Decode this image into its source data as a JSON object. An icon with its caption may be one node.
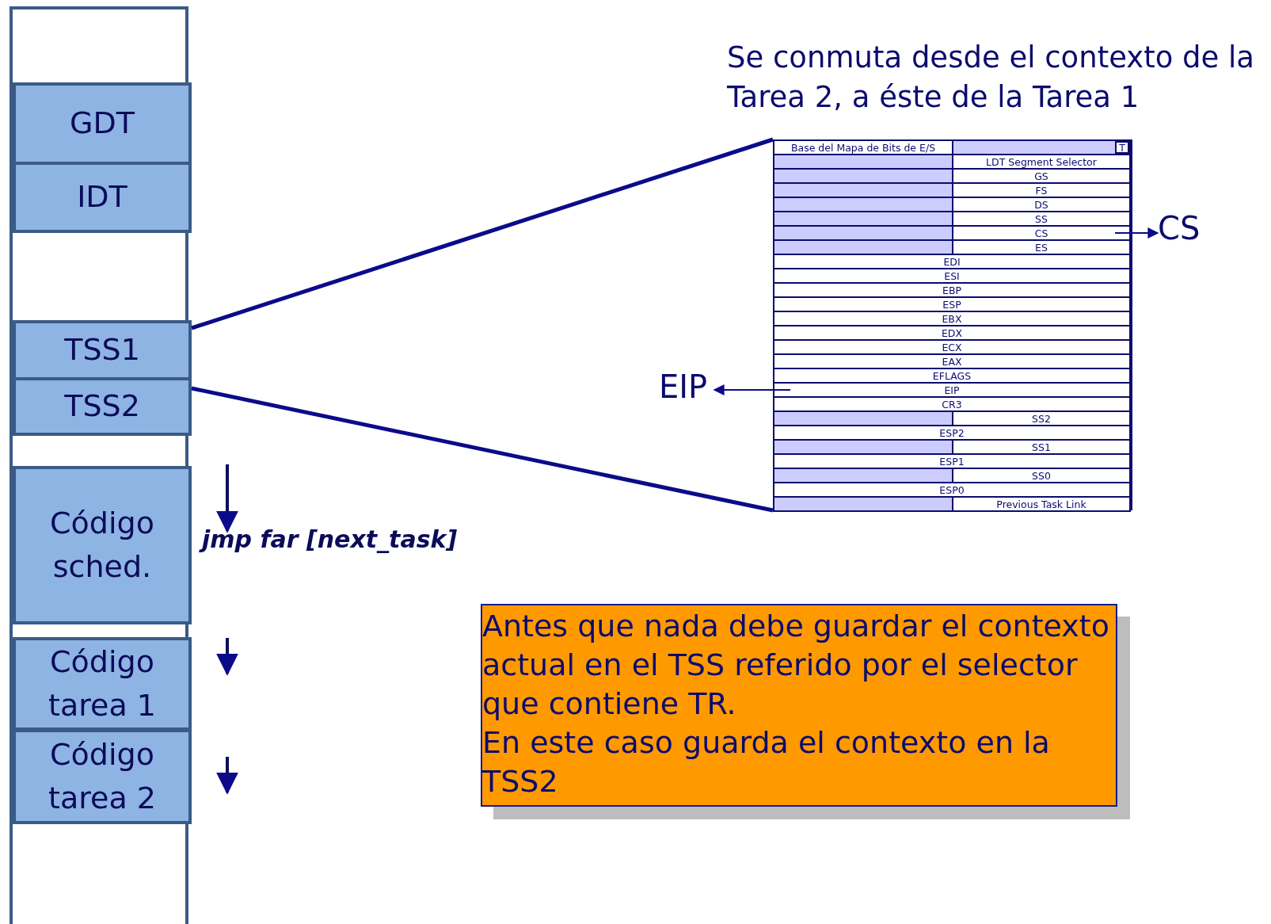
{
  "diagram": {
    "title": "Se conmuta desde el contexto de la Tarea 2, a éste de la Tarea 1",
    "nodes": [
      {
        "text": [],
        "shape": "box"
      },
      {
        "text": [
          "GDT"
        ],
        "in": 0
      },
      {
        "text": [
          "IDT"
        ],
        "in": 0
      },
      {
        "text": [
          "TSS1"
        ],
        "in": 0
      },
      {
        "text": [
          "TSS2"
        ],
        "in": 0
      },
      {
        "text": [
          "Código sched."
        ],
        "in": 0
      },
      {
        "text": [
          "Código tarea 1"
        ],
        "in": 0
      },
      {
        "text": [
          "Código tarea 2"
        ],
        "in": 0
      },
      {
        "text": [],
        "shape": "box"
      },
      {
        "text": [
          "Base del Mapa de Bits de E/S"
        ],
        "in": 8
      },
      {
        "text": [],
        "shape": "box",
        "in": 8
      },
      {
        "text": [
          "T"
        ],
        "in": 10
      },
      {
        "text": [],
        "shape": "box",
        "in": 8
      },
      {
        "text": [
          "LDT Segment Selector"
        ],
        "in": 8
      },
      {
        "text": [],
        "shape": "box",
        "in": 8
      },
      {
        "text": [
          "GS"
        ],
        "in": 8
      },
      {
        "text": [],
        "shape": "box",
        "in": 8
      },
      {
        "text": [
          "FS"
        ],
        "in": 8
      },
      {
        "text": [],
        "shape": "box",
        "in": 8
      },
      {
        "text": [
          "DS"
        ],
        "in": 8
      },
      {
        "text": [],
        "shape": "box",
        "in": 8
      },
      {
        "text": [
          "SS"
        ],
        "in": 8
      },
      {
        "text": [],
        "shape": "box",
        "in": 8
      },
      {
        "text": [
          "CS"
        ],
        "in": 8
      },
      {
        "text": [],
        "shape": "box",
        "in": 8
      },
      {
        "text": [
          "ES"
        ],
        "in": 8
      },
      {
        "text": [
          "EDI"
        ],
        "in": 8
      },
      {
        "text": [
          "ESI"
        ],
        "in": 8
      },
      {
        "text": [
          "EBP"
        ],
        "in": 8
      },
      {
        "text": [
          "ESP"
        ],
        "in": 8
      },
      {
        "text": [
          "EBX"
        ],
        "in": 8
      },
      {
        "text": [
          "EDX"
        ],
        "in": 8
      },
      {
        "text": [
          "ECX"
        ],
        "in": 8
      },
      {
        "text": [
          "EAX"
        ],
        "in": 8
      },
      {
        "text": [
          "EFLAGS"
        ],
        "in": 8
      },
      {
        "text": [
          "EIP"
        ],
        "in": 8
      },
      {
        "text": [
          "CR3"
        ],
        "in": 8
      },
      {
        "text": [],
        "shape": "box",
        "in": 8
      },
      {
        "text": [
          "SS2"
        ],
        "in": 8
      },
      {
        "text": [
          "ESP2"
        ],
        "in": 8
      },
      {
        "text": [],
        "shape": "box",
        "in": 8
      },
      {
        "text": [
          "SS1"
        ],
        "in": 8
      },
      {
        "text": [
          "ESP1"
        ],
        "in": 8
      },
      {
        "text": [],
        "shape": "box",
        "in": 8
      },
      {
        "text": [
          "SS0"
        ],
        "in": 8
      },
      {
        "text": [
          "ESP0"
        ],
        "in": 8
      },
      {
        "text": [],
        "shape": "box",
        "in": 8
      },
      {
        "text": [
          "Previous Task Link"
        ],
        "in": 8
      },
      {
        "text": [
          "CS"
        ]
      },
      {
        "text": [
          "EIP"
        ]
      },
      {
        "text": [
          "Antes que nada debe guardar el contexto actual en el TSS referido por el selector que contiene TR.",
          "En este caso guarda el contexto en la TSS2"
        ]
      }
    ],
    "edges": [
      {
        "from": 3,
        "to": 8,
        "arrow": "none",
        "style": "thick"
      },
      {
        "from": 4,
        "to": 8,
        "arrow": "none",
        "style": "thick"
      },
      {
        "from": 23,
        "to": 48,
        "arrow": "to"
      },
      {
        "from": 35,
        "to": 49,
        "arrow": "to"
      }
    ],
    "labels": [
      "jmp far [next_task]"
    ]
  }
}
